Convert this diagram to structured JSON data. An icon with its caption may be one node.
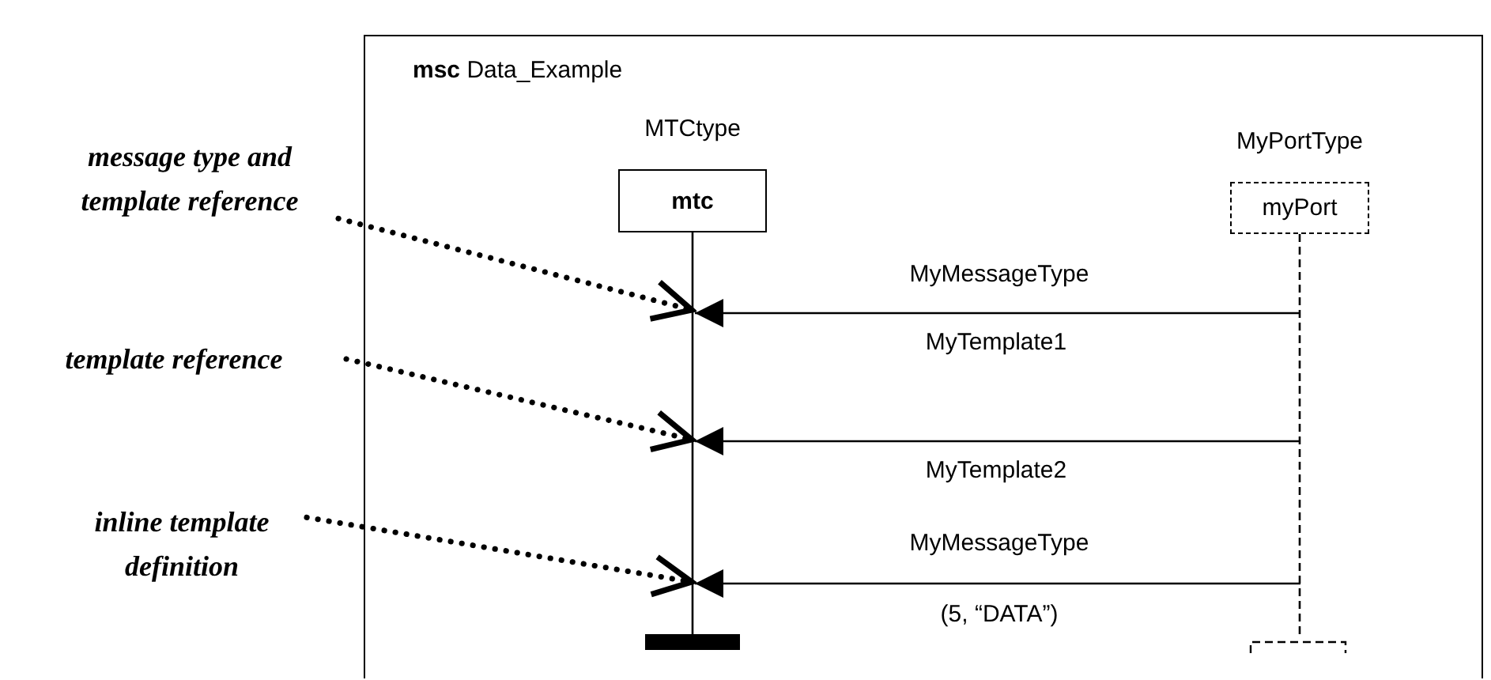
{
  "diagram": {
    "nodes": [
      {
        "text": [
          "**msc** Data_Example"
        ]
      },
      {
        "text": [
          "MTCtype",
          "mtc"
        ],
        "in": 0
      },
      {
        "text": [
          "MyPortType",
          "myPort"
        ],
        "in": 0
      },
      {
        "text": [
          "message type and template reference"
        ]
      },
      {
        "text": [
          "template reference"
        ]
      },
      {
        "text": [
          "inline template definition"
        ]
      }
    ],
    "edges": [
      {
        "from": 2,
        "to": 1,
        "arrow": "to",
        "label": "MyMessageType"
      },
      {
        "from": 2,
        "to": 1,
        "arrow": "to",
        "label": "MyTemplate2"
      },
      {
        "from": 2,
        "to": 1,
        "arrow": "to",
        "label": "MyMessageType"
      },
      {
        "from": 3,
        "to": 1,
        "arrow": "to",
        "style": "dashed"
      },
      {
        "from": 4,
        "to": 1,
        "arrow": "to",
        "style": "dashed"
      },
      {
        "from": 5,
        "to": 1,
        "arrow": "to",
        "style": "dashed"
      }
    ],
    "labels": [
      "MyTemplate1",
      "(5, “DATA”)"
    ]
  }
}
